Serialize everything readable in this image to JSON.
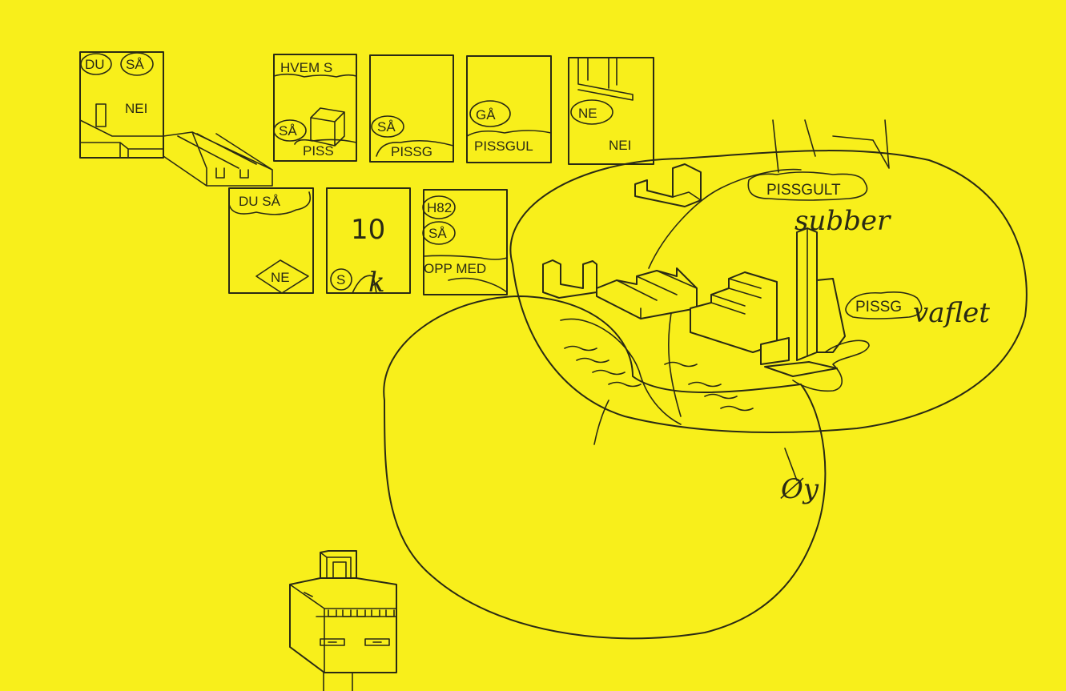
{
  "background_color": "#f8ef1b",
  "ink_color": "#2a2a14",
  "panels": {
    "p1": {
      "top_left": "DU",
      "top_right": "SÅ",
      "bottom": "NEI"
    },
    "p2": {
      "top": "HVEM S",
      "left": "SÅ",
      "bottom": "PISS"
    },
    "p3": {
      "left": "SÅ",
      "bottom": "PISSG"
    },
    "p4": {
      "mid": "GÅ",
      "bottom": "PISSGUL"
    },
    "p5": {
      "left": "NE",
      "bottom": "NEI"
    },
    "p6": {
      "top": "DU SÅ",
      "bottom": "NE"
    },
    "p7": {
      "number": "10",
      "circle": "S",
      "hand": "k"
    },
    "p8": {
      "top": "H82",
      "mid": "SÅ",
      "bottom": "OPP MED"
    }
  },
  "scene": {
    "label_top": "PISSGULT",
    "hand_top": "subber",
    "label_right": "PISSG",
    "hand_right": "vaflet",
    "hand_bottom": "Øy"
  }
}
